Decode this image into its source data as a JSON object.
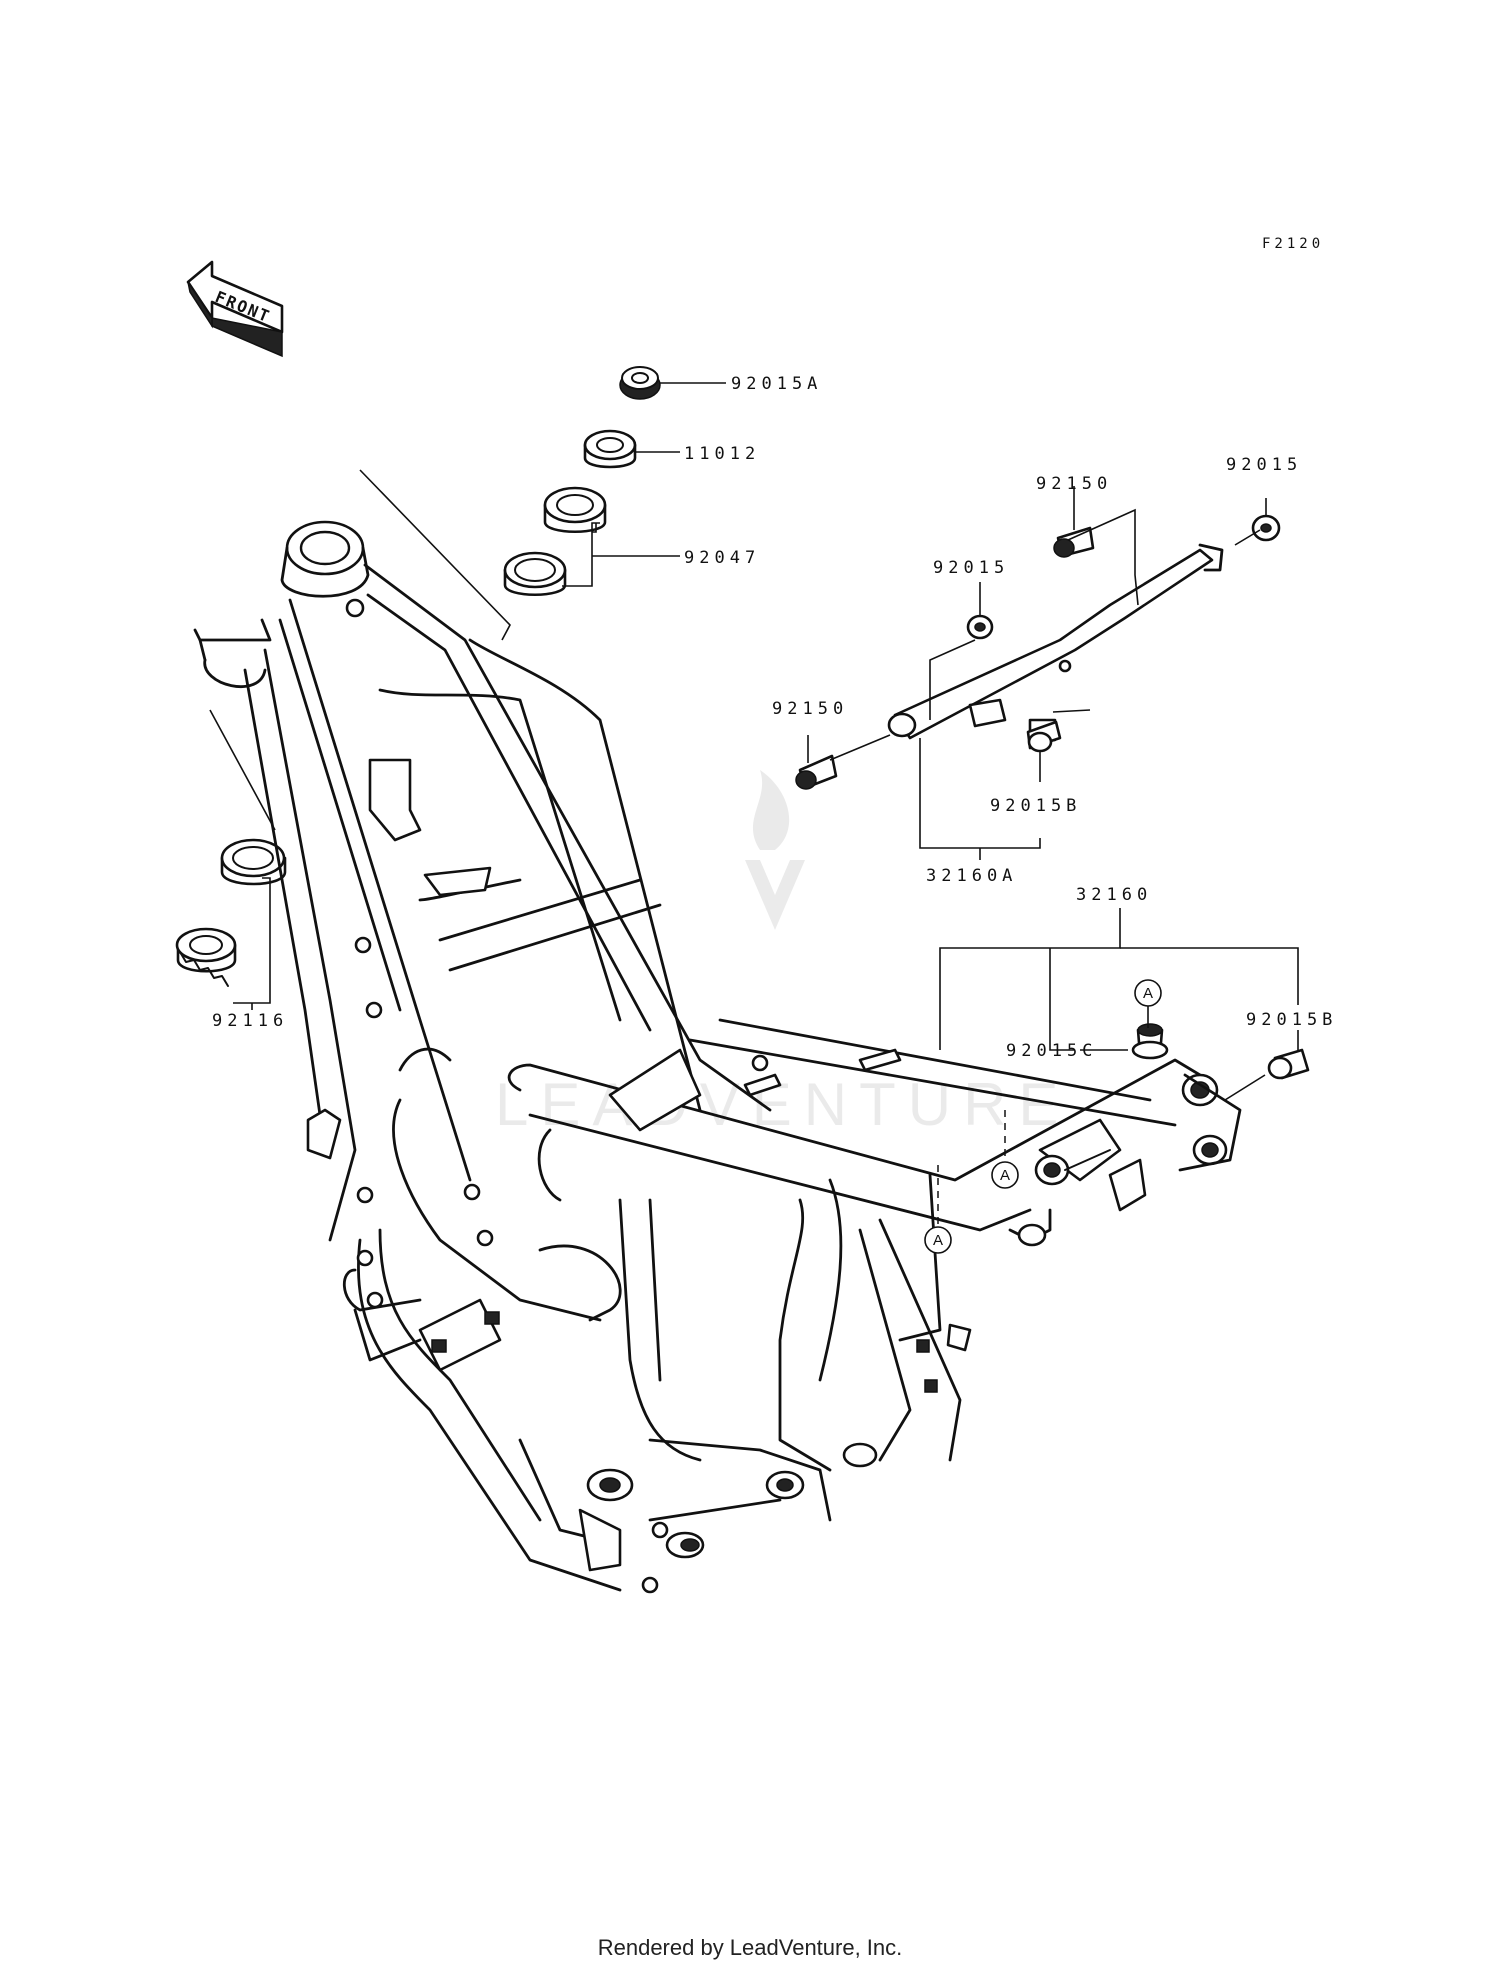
{
  "diagram": {
    "code": "F2120",
    "front_label": "FRONT",
    "ref_marker": "A",
    "watermark": "LEADVENTURE",
    "parts": [
      {
        "number": "92015A"
      },
      {
        "number": "11012"
      },
      {
        "number": "92047"
      },
      {
        "number": "92116"
      },
      {
        "number": "92150"
      },
      {
        "number": "92015"
      },
      {
        "number": "92015"
      },
      {
        "number": "92150"
      },
      {
        "number": "92015B"
      },
      {
        "number": "32160A"
      },
      {
        "number": "32160"
      },
      {
        "number": "92015C"
      },
      {
        "number": "92015B"
      }
    ]
  },
  "footer": {
    "text": "Rendered by LeadVenture, Inc."
  }
}
